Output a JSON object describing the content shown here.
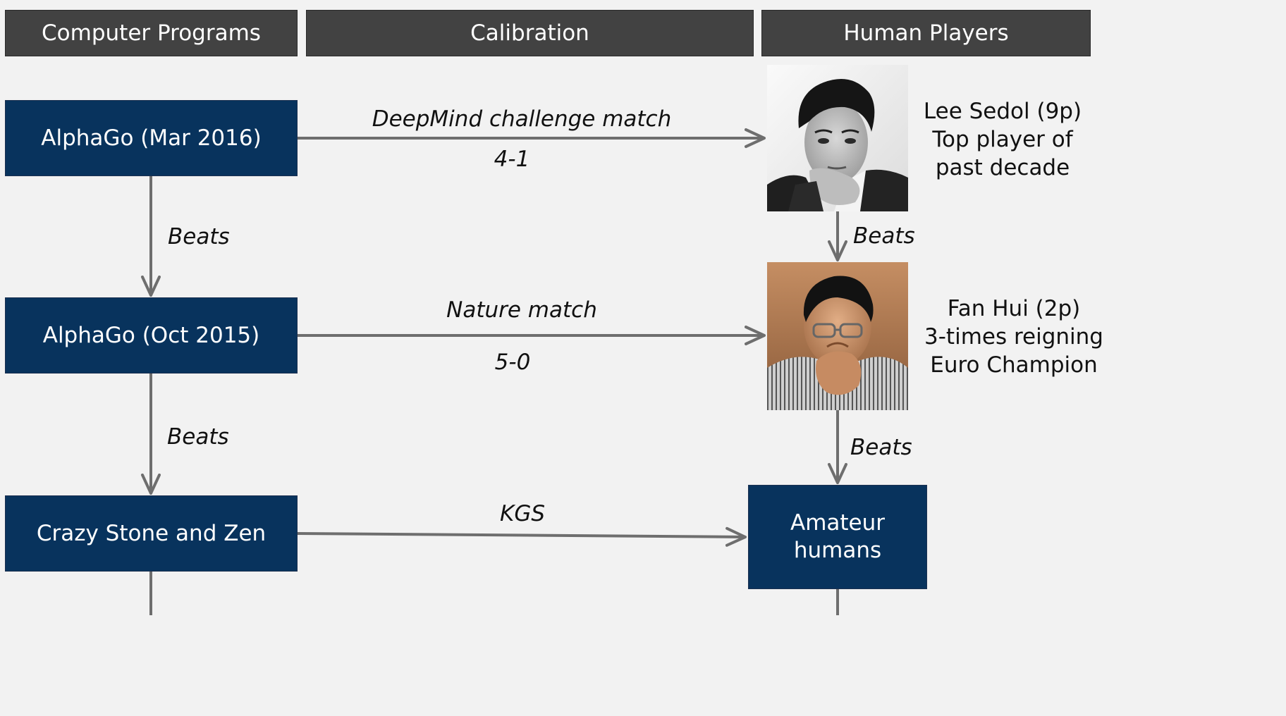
{
  "headers": {
    "programs": "Computer Programs",
    "calibration": "Calibration",
    "humans": "Human Players"
  },
  "programs": [
    {
      "label": "AlphaGo (Mar 2016)"
    },
    {
      "label": "AlphaGo (Oct 2015)"
    },
    {
      "label": "Crazy Stone and Zen"
    }
  ],
  "program_edges": [
    {
      "label": "Beats"
    },
    {
      "label": "Beats"
    }
  ],
  "calibration_matches": [
    {
      "name": "DeepMind challenge match",
      "score": "4-1"
    },
    {
      "name": "Nature match",
      "score": "5-0"
    },
    {
      "name": "KGS",
      "score": ""
    }
  ],
  "humans": {
    "sedol": {
      "line1": "Lee Sedol (9p)",
      "line2": "Top player of",
      "line3": "past decade"
    },
    "fanhui": {
      "line1": "Fan Hui (2p)",
      "line2": "3-times reigning",
      "line3": "Euro Champion"
    },
    "amateur": {
      "line1": "Amateur",
      "line2": "humans"
    }
  },
  "human_edges": [
    {
      "label": "Beats"
    },
    {
      "label": "Beats"
    }
  ],
  "colors": {
    "header_bg": "#424242",
    "box_bg": "#08335d",
    "arrow": "#6e6e6e",
    "background": "#f2f2f2"
  },
  "icons": {
    "sedol_photo": "portrait-photo-icon",
    "fanhui_photo": "portrait-photo-icon",
    "arrows": "arrow-icon"
  }
}
